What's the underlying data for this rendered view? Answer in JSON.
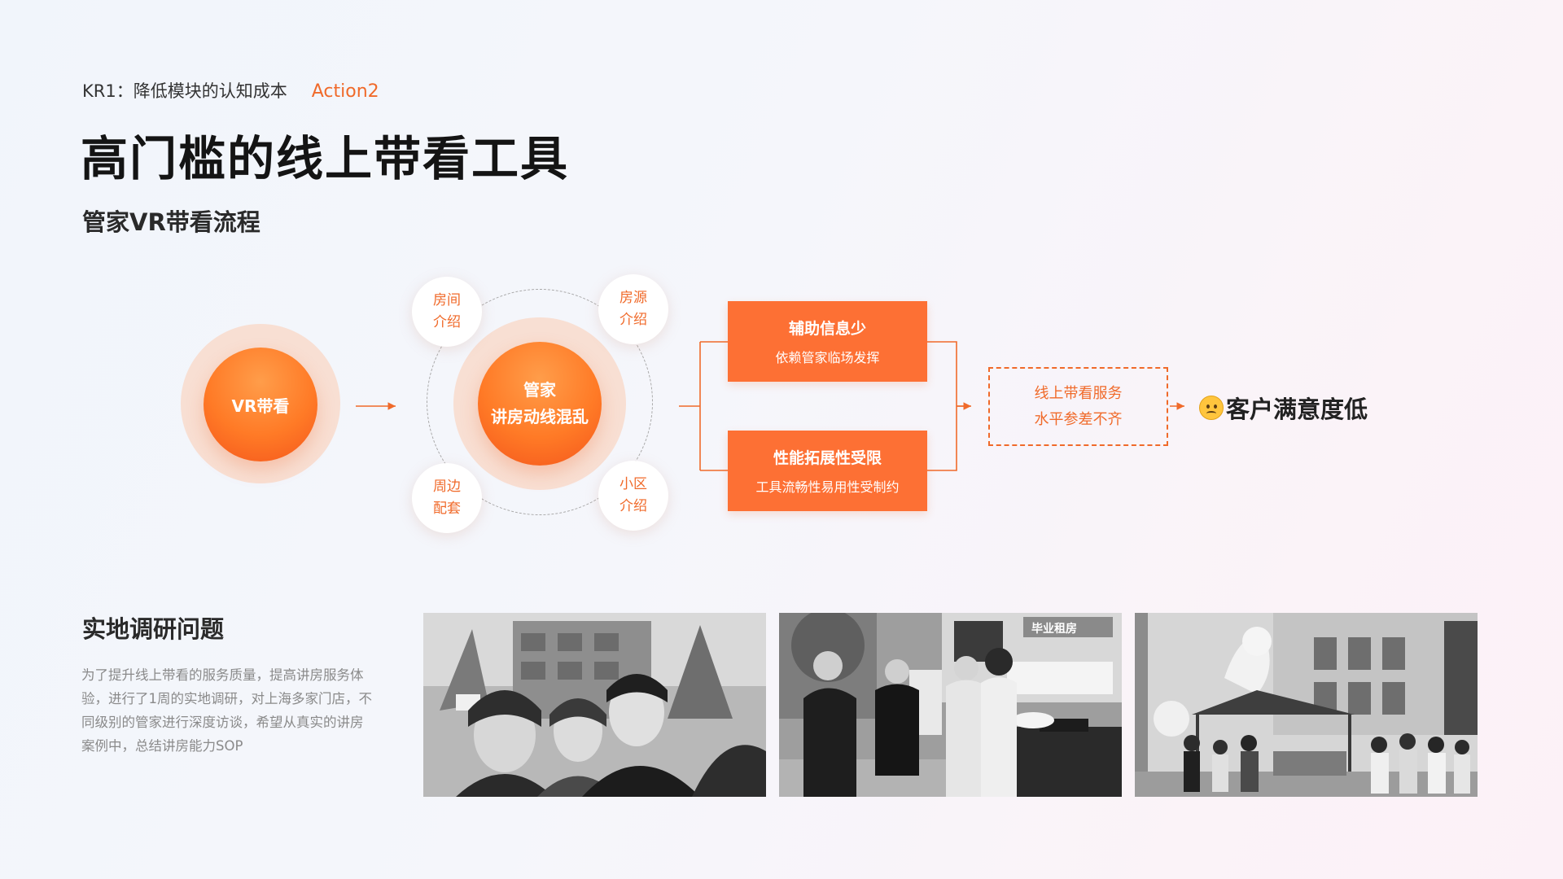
{
  "header": {
    "kr_label": "KR1：降低模块的认知成本",
    "action_label": "Action2",
    "title": "高门槛的线上带看工具",
    "flow_title": "管家VR带看流程"
  },
  "flow": {
    "vr_node": "VR带看",
    "center_node": {
      "line1": "管家",
      "line2": "讲房动线混乱"
    },
    "satellites": [
      {
        "line1": "房间",
        "line2": "介绍"
      },
      {
        "line1": "房源",
        "line2": "介绍"
      },
      {
        "line1": "周边",
        "line2": "配套"
      },
      {
        "line1": "小区",
        "line2": "介绍"
      }
    ],
    "issues": [
      {
        "title": "辅助信息少",
        "desc": "依赖管家临场发挥"
      },
      {
        "title": "性能拓展性受限",
        "desc": "工具流畅性易用性受制约"
      }
    ],
    "outcome": {
      "line1": "线上带看服务",
      "line2": "水平参差不齐"
    },
    "result": "客户满意度低",
    "result_icon": "sad-face-icon"
  },
  "research": {
    "title": "实地调研问题",
    "description": "为了提升线上带看的服务质量，提高讲房服务体验，进行了1周的实地调研，对上海多家门店，不同级别的管家进行深度访谈，希望从真实的讲房案例中，总结讲房能力SOP",
    "photo_signs": [
      "毕业租房"
    ]
  },
  "colors": {
    "accent": "#f06a2a",
    "box_fill": "#fd7034",
    "halo": "#f8dfd3"
  }
}
